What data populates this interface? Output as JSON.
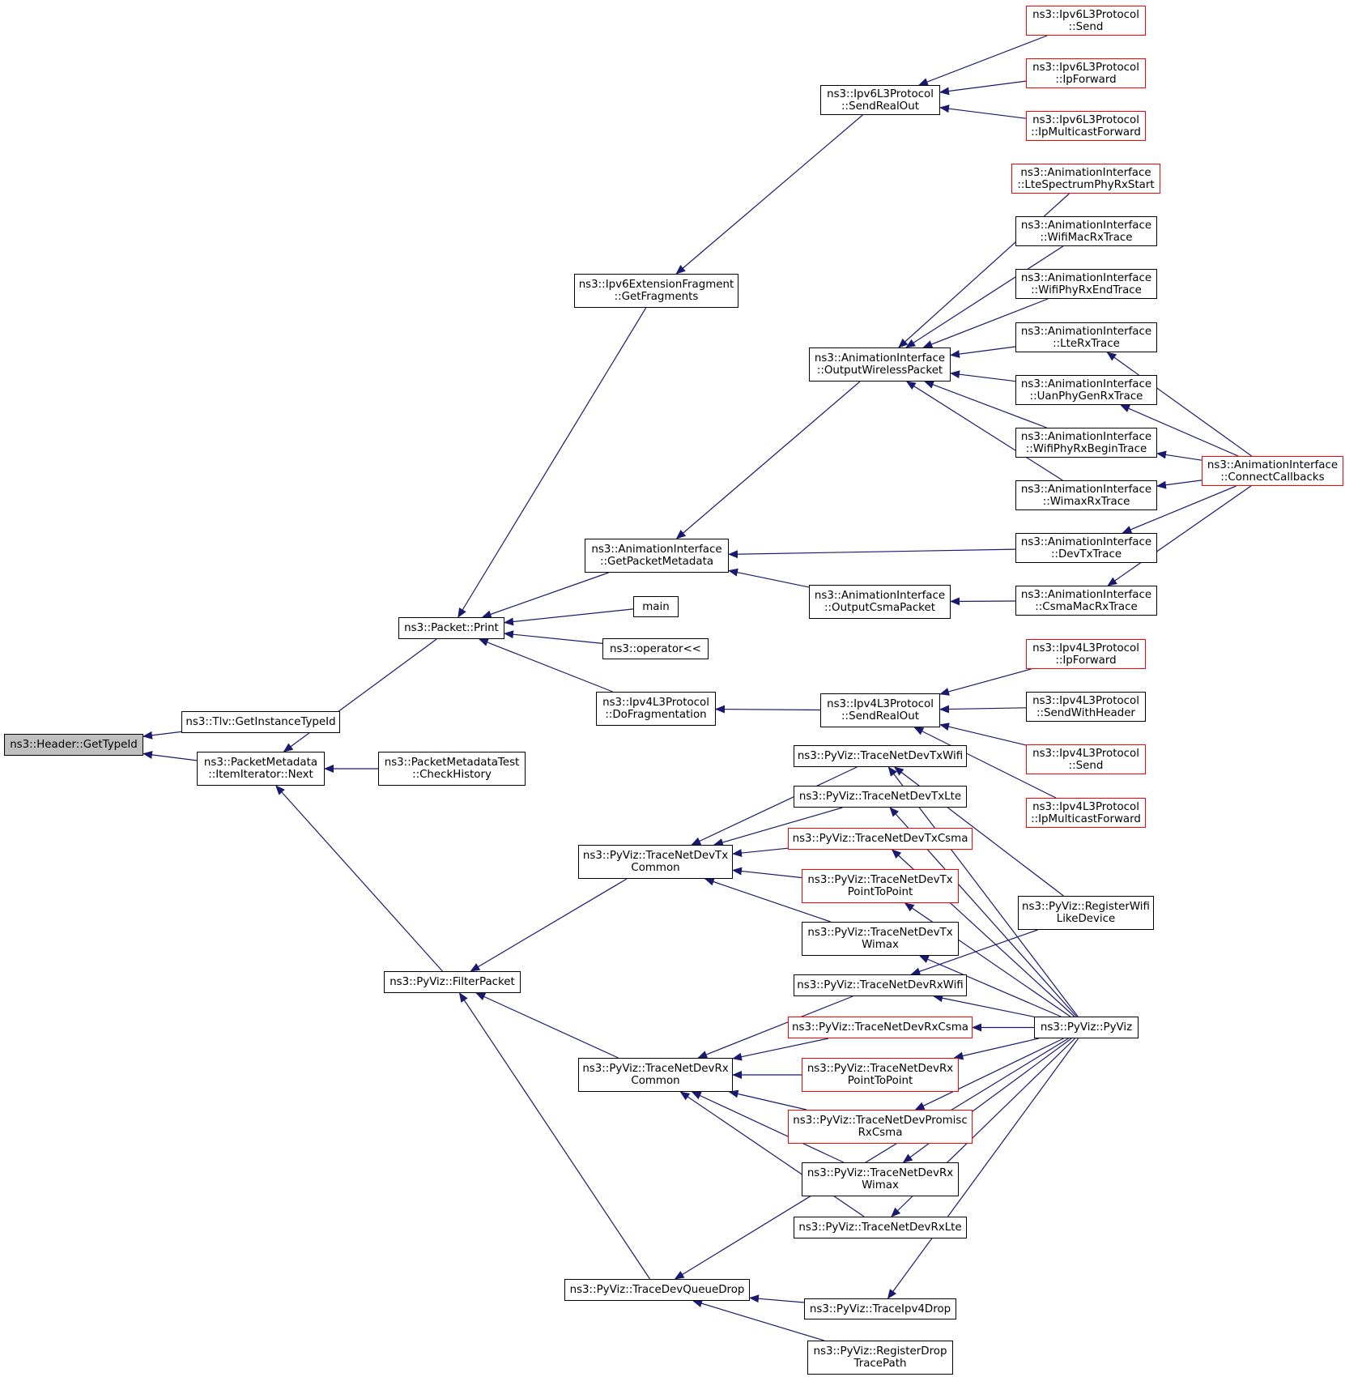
{
  "colors": {
    "edge": "#191970",
    "node_border": "#000000",
    "truncated_border": "#ff0000",
    "root_fill": "#bfbfbf"
  },
  "nodes": [
    {
      "id": "root",
      "lines": [
        "ns3::Header::GetTypeId"
      ],
      "border": "black",
      "root": true
    },
    {
      "id": "tlv",
      "lines": [
        "ns3::Tlv::GetInstanceTypeId"
      ],
      "border": "black"
    },
    {
      "id": "pmnext",
      "lines": [
        "ns3::PacketMetadata",
        "::ItemIterator::Next"
      ],
      "border": "black"
    },
    {
      "id": "pmtest",
      "lines": [
        "ns3::PacketMetadataTest",
        "::CheckHistory"
      ],
      "border": "black"
    },
    {
      "id": "pktprint",
      "lines": [
        "ns3::Packet::Print"
      ],
      "border": "black"
    },
    {
      "id": "filter",
      "lines": [
        "ns3::PyViz::FilterPacket"
      ],
      "border": "black"
    },
    {
      "id": "v6frag",
      "lines": [
        "ns3::Ipv6ExtensionFragment",
        "::GetFragments"
      ],
      "border": "black"
    },
    {
      "id": "getmeta",
      "lines": [
        "ns3::AnimationInterface",
        "::GetPacketMetadata"
      ],
      "border": "black"
    },
    {
      "id": "main",
      "lines": [
        "main"
      ],
      "border": "black"
    },
    {
      "id": "oplt",
      "lines": [
        "ns3::operator<<"
      ],
      "border": "black"
    },
    {
      "id": "v4frag",
      "lines": [
        "ns3::Ipv4L3Protocol",
        "::DoFragmentation"
      ],
      "border": "black"
    },
    {
      "id": "txcommon",
      "lines": [
        "ns3::PyViz::TraceNetDevTx",
        "Common"
      ],
      "border": "black"
    },
    {
      "id": "rxcommon",
      "lines": [
        "ns3::PyViz::TraceNetDevRx",
        "Common"
      ],
      "border": "black"
    },
    {
      "id": "qdrop",
      "lines": [
        "ns3::PyViz::TraceDevQueueDrop"
      ],
      "border": "black"
    },
    {
      "id": "v6send",
      "lines": [
        "ns3::Ipv6L3Protocol",
        "::SendRealOut"
      ],
      "border": "black"
    },
    {
      "id": "outwl",
      "lines": [
        "ns3::AnimationInterface",
        "::OutputWirelessPacket"
      ],
      "border": "black"
    },
    {
      "id": "outcsma",
      "lines": [
        "ns3::AnimationInterface",
        "::OutputCsmaPacket"
      ],
      "border": "black"
    },
    {
      "id": "v4send",
      "lines": [
        "ns3::Ipv4L3Protocol",
        "::SendRealOut"
      ],
      "border": "black"
    },
    {
      "id": "txwifi",
      "lines": [
        "ns3::PyViz::TraceNetDevTxWifi"
      ],
      "border": "black"
    },
    {
      "id": "txlte",
      "lines": [
        "ns3::PyViz::TraceNetDevTxLte"
      ],
      "border": "black"
    },
    {
      "id": "txcsma",
      "lines": [
        "ns3::PyViz::TraceNetDevTxCsma"
      ],
      "border": "red"
    },
    {
      "id": "txp2p",
      "lines": [
        "ns3::PyViz::TraceNetDevTx",
        "PointToPoint"
      ],
      "border": "red"
    },
    {
      "id": "txwimax",
      "lines": [
        "ns3::PyViz::TraceNetDevTx",
        "Wimax"
      ],
      "border": "black"
    },
    {
      "id": "rxwifi",
      "lines": [
        "ns3::PyViz::TraceNetDevRxWifi"
      ],
      "border": "black"
    },
    {
      "id": "rxcsma",
      "lines": [
        "ns3::PyViz::TraceNetDevRxCsma"
      ],
      "border": "red"
    },
    {
      "id": "rxp2p",
      "lines": [
        "ns3::PyViz::TraceNetDevRx",
        "PointToPoint"
      ],
      "border": "red"
    },
    {
      "id": "promisc",
      "lines": [
        "ns3::PyViz::TraceNetDevPromisc",
        "RxCsma"
      ],
      "border": "red"
    },
    {
      "id": "rxwimax",
      "lines": [
        "ns3::PyViz::TraceNetDevRx",
        "Wimax"
      ],
      "border": "black"
    },
    {
      "id": "rxlte",
      "lines": [
        "ns3::PyViz::TraceNetDevRxLte"
      ],
      "border": "black"
    },
    {
      "id": "v4drop",
      "lines": [
        "ns3::PyViz::TraceIpv4Drop"
      ],
      "border": "black"
    },
    {
      "id": "regdrop",
      "lines": [
        "ns3::PyViz::RegisterDrop",
        "TracePath"
      ],
      "border": "black"
    },
    {
      "id": "v6s",
      "lines": [
        "ns3::Ipv6L3Protocol",
        "::Send"
      ],
      "border": "red"
    },
    {
      "id": "v6ipf",
      "lines": [
        "ns3::Ipv6L3Protocol",
        "::IpForward"
      ],
      "border": "red"
    },
    {
      "id": "v6mcast",
      "lines": [
        "ns3::Ipv6L3Protocol",
        "::IpMulticastForward"
      ],
      "border": "red"
    },
    {
      "id": "ltespec",
      "lines": [
        "ns3::AnimationInterface",
        "::LteSpectrumPhyRxStart"
      ],
      "border": "red"
    },
    {
      "id": "wifimac",
      "lines": [
        "ns3::AnimationInterface",
        "::WifiMacRxTrace"
      ],
      "border": "black"
    },
    {
      "id": "wifiend",
      "lines": [
        "ns3::AnimationInterface",
        "::WifiPhyRxEndTrace"
      ],
      "border": "black"
    },
    {
      "id": "lterx",
      "lines": [
        "ns3::AnimationInterface",
        "::LteRxTrace"
      ],
      "border": "black"
    },
    {
      "id": "uan",
      "lines": [
        "ns3::AnimationInterface",
        "::UanPhyGenRxTrace"
      ],
      "border": "black"
    },
    {
      "id": "wifibegin",
      "lines": [
        "ns3::AnimationInterface",
        "::WifiPhyRxBeginTrace"
      ],
      "border": "black"
    },
    {
      "id": "wimaxrx",
      "lines": [
        "ns3::AnimationInterface",
        "::WimaxRxTrace"
      ],
      "border": "black"
    },
    {
      "id": "devtx",
      "lines": [
        "ns3::AnimationInterface",
        "::DevTxTrace"
      ],
      "border": "black"
    },
    {
      "id": "csmamac",
      "lines": [
        "ns3::AnimationInterface",
        "::CsmaMacRxTrace"
      ],
      "border": "black"
    },
    {
      "id": "v4ipf",
      "lines": [
        "ns3::Ipv4L3Protocol",
        "::IpForward"
      ],
      "border": "red"
    },
    {
      "id": "v4hdr",
      "lines": [
        "ns3::Ipv4L3Protocol",
        "::SendWithHeader"
      ],
      "border": "black"
    },
    {
      "id": "v4s",
      "lines": [
        "ns3::Ipv4L3Protocol",
        "::Send"
      ],
      "border": "red"
    },
    {
      "id": "v4mcast",
      "lines": [
        "ns3::Ipv4L3Protocol",
        "::IpMulticastForward"
      ],
      "border": "red"
    },
    {
      "id": "regwifi",
      "lines": [
        "ns3::PyViz::RegisterWifi",
        "LikeDevice"
      ],
      "border": "black"
    },
    {
      "id": "pyviz",
      "lines": [
        "ns3::PyViz::PyViz"
      ],
      "border": "black"
    },
    {
      "id": "connect",
      "lines": [
        "ns3::AnimationInterface",
        "::ConnectCallbacks"
      ],
      "border": "red"
    }
  ],
  "edges": [
    [
      "tlv",
      "root"
    ],
    [
      "pmnext",
      "root"
    ],
    [
      "pktprint",
      "pmnext"
    ],
    [
      "pmtest",
      "pmnext"
    ],
    [
      "filter",
      "pmnext"
    ],
    [
      "v6frag",
      "pktprint"
    ],
    [
      "getmeta",
      "pktprint"
    ],
    [
      "main",
      "pktprint"
    ],
    [
      "oplt",
      "pktprint"
    ],
    [
      "v4frag",
      "pktprint"
    ],
    [
      "txcommon",
      "filter"
    ],
    [
      "rxcommon",
      "filter"
    ],
    [
      "qdrop",
      "filter"
    ],
    [
      "v6send",
      "v6frag"
    ],
    [
      "v6s",
      "v6send"
    ],
    [
      "v6ipf",
      "v6send"
    ],
    [
      "v6mcast",
      "v6send"
    ],
    [
      "outwl",
      "getmeta"
    ],
    [
      "devtx",
      "getmeta"
    ],
    [
      "outcsma",
      "getmeta"
    ],
    [
      "ltespec",
      "outwl"
    ],
    [
      "wifimac",
      "outwl"
    ],
    [
      "wifiend",
      "outwl"
    ],
    [
      "lterx",
      "outwl"
    ],
    [
      "uan",
      "outwl"
    ],
    [
      "wifibegin",
      "outwl"
    ],
    [
      "wimaxrx",
      "outwl"
    ],
    [
      "csmamac",
      "outcsma"
    ],
    [
      "connect",
      "lterx"
    ],
    [
      "connect",
      "uan"
    ],
    [
      "connect",
      "wifibegin"
    ],
    [
      "connect",
      "wimaxrx"
    ],
    [
      "connect",
      "devtx"
    ],
    [
      "connect",
      "csmamac"
    ],
    [
      "v4send",
      "v4frag"
    ],
    [
      "v4ipf",
      "v4send"
    ],
    [
      "v4hdr",
      "v4send"
    ],
    [
      "v4s",
      "v4send"
    ],
    [
      "v4mcast",
      "v4send"
    ],
    [
      "txwifi",
      "txcommon"
    ],
    [
      "txlte",
      "txcommon"
    ],
    [
      "txcsma",
      "txcommon"
    ],
    [
      "txp2p",
      "txcommon"
    ],
    [
      "txwimax",
      "txcommon"
    ],
    [
      "rxwifi",
      "rxcommon"
    ],
    [
      "rxcsma",
      "rxcommon"
    ],
    [
      "rxp2p",
      "rxcommon"
    ],
    [
      "promisc",
      "rxcommon"
    ],
    [
      "rxwimax",
      "rxcommon"
    ],
    [
      "rxlte",
      "rxcommon"
    ],
    [
      "v4drop",
      "qdrop"
    ],
    [
      "regdrop",
      "qdrop"
    ],
    [
      "pyviz",
      "qdrop"
    ],
    [
      "regwifi",
      "txwifi"
    ],
    [
      "regwifi",
      "rxwifi"
    ],
    [
      "pyviz",
      "txwifi"
    ],
    [
      "pyviz",
      "txlte"
    ],
    [
      "pyviz",
      "txcsma"
    ],
    [
      "pyviz",
      "txp2p"
    ],
    [
      "pyviz",
      "txwimax"
    ],
    [
      "pyviz",
      "rxwifi"
    ],
    [
      "pyviz",
      "rxcsma"
    ],
    [
      "pyviz",
      "rxp2p"
    ],
    [
      "pyviz",
      "promisc"
    ],
    [
      "pyviz",
      "rxwimax"
    ],
    [
      "pyviz",
      "rxlte"
    ],
    [
      "pyviz",
      "v4drop"
    ]
  ]
}
